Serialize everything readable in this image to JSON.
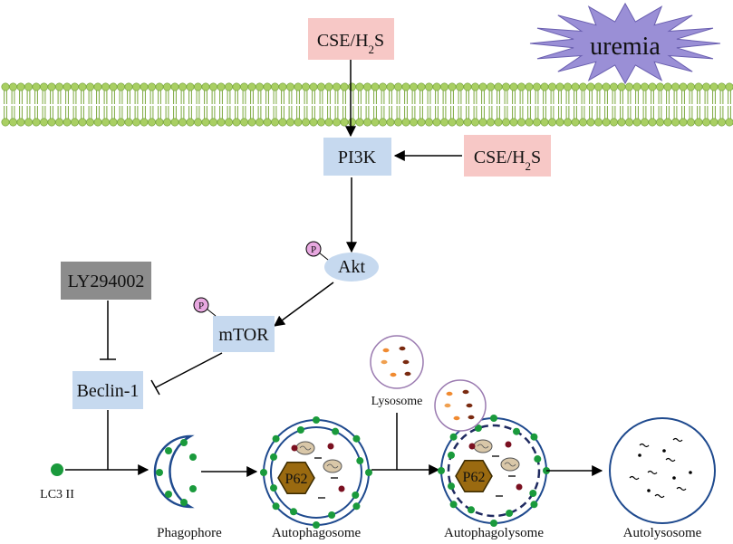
{
  "nodes": {
    "cse_top": {
      "label": "CSE/H",
      "sub": "2",
      "suffix": "S"
    },
    "cse_right": {
      "label": "CSE/H",
      "sub": "2",
      "suffix": "S"
    },
    "uremia": {
      "label": "uremia"
    },
    "pi3k": {
      "label": "PI3K"
    },
    "akt": {
      "label": "Akt"
    },
    "mtor": {
      "label": "mTOR"
    },
    "ly": {
      "label": "LY294002"
    },
    "beclin": {
      "label": "Beclin-1"
    },
    "phospho": {
      "label": "P"
    },
    "p62": {
      "label": "P62"
    }
  },
  "stages": {
    "lc3": "LC3 II",
    "lysosome": "Lysosome",
    "phagophore": "Phagophore",
    "autophagosome": "Autophagosome",
    "autophagolysome": "Autophagolysome",
    "autolysosome": "Autolysosome"
  },
  "colors": {
    "pink_box": "#f7c8c6",
    "blue_box": "#c6d9ef",
    "gray_box": "#8c8c8c",
    "uremia_fill": "#9a8fd6",
    "membrane": "#a9cf63",
    "dot_green": "#1a9a3c",
    "ring_blue": "#1f4a8e",
    "p62_fill": "#9a6a10",
    "phospho_fill": "#e8a8e0"
  }
}
